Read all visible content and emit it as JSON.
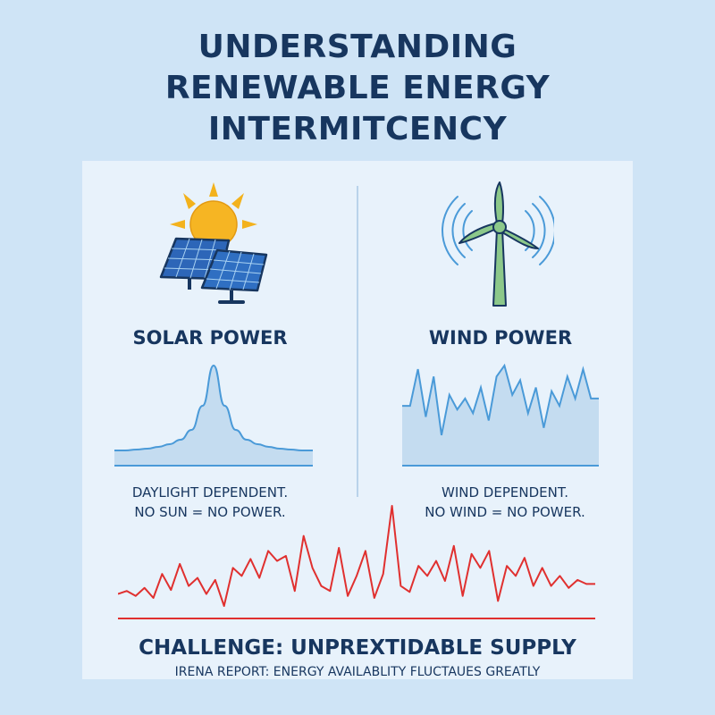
{
  "title": {
    "line1": "UNDERSTANDING",
    "line2": "RENEWABLE ENERGY",
    "line3": "INTERMITCENCY"
  },
  "solar": {
    "label": "SOLAR POWER",
    "desc_line1": "DAYLIGHT DEPENDENT.",
    "desc_line2": "NO SUN = NO POWER.",
    "icon": "solar-panel-sun-icon",
    "curve": [
      0.05,
      0.05,
      0.06,
      0.07,
      0.09,
      0.12,
      0.17,
      0.28,
      0.55,
      1.0,
      0.55,
      0.28,
      0.17,
      0.12,
      0.09,
      0.07,
      0.06,
      0.05,
      0.05
    ]
  },
  "wind": {
    "label": "WIND POWER",
    "desc_line1": "WIND DEPENDENT.",
    "desc_line2": "NO WIND = NO POWER.",
    "icon": "wind-turbine-icon",
    "curve": [
      0.45,
      0.45,
      0.95,
      0.3,
      0.85,
      0.05,
      0.6,
      0.4,
      0.55,
      0.35,
      0.7,
      0.25,
      0.85,
      1.0,
      0.6,
      0.8,
      0.35,
      0.7,
      0.15,
      0.65,
      0.45,
      0.85,
      0.55,
      0.95,
      0.55,
      0.55
    ]
  },
  "combined": {
    "curve": [
      0.12,
      0.15,
      0.1,
      0.18,
      0.08,
      0.32,
      0.16,
      0.42,
      0.2,
      0.28,
      0.12,
      0.26,
      0.0,
      0.38,
      0.3,
      0.47,
      0.28,
      0.55,
      0.45,
      0.5,
      0.15,
      0.7,
      0.38,
      0.2,
      0.15,
      0.58,
      0.1,
      0.3,
      0.55,
      0.08,
      0.32,
      1.0,
      0.2,
      0.14,
      0.4,
      0.3,
      0.45,
      0.25,
      0.6,
      0.1,
      0.52,
      0.38,
      0.55,
      0.05,
      0.4,
      0.3,
      0.48,
      0.2,
      0.38,
      0.2,
      0.3,
      0.18,
      0.26,
      0.22,
      0.22
    ]
  },
  "footer": {
    "challenge": "CHALLENGE: UNPREXTIDABLE SUPPLY",
    "source": "IRENA REPORT: ENERGY AVAILABLITY FLUCTAUES GREATLY"
  },
  "colors": {
    "background": "#cfe4f6",
    "panel": "#e8f2fb",
    "text": "#17365f",
    "blue_line": "#4a9ad8",
    "blue_fill": "#c4dcf0",
    "red_line": "#e0302f",
    "sun": "#f3b21c",
    "panel_blue": "#2d66b8",
    "turbine_green": "#8cc88a"
  }
}
